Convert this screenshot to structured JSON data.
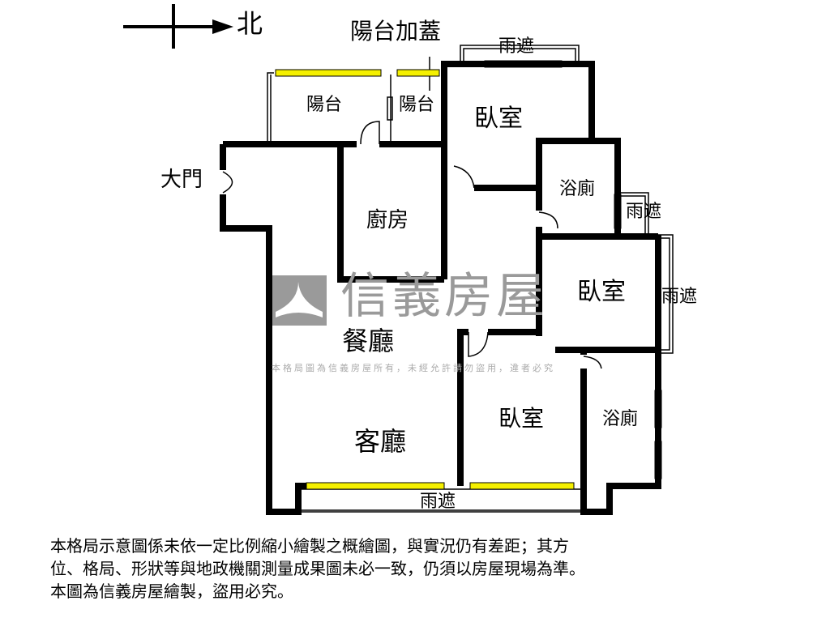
{
  "compass": {
    "north_label": "北"
  },
  "rooms": {
    "balcony_addition": "陽台加蓋",
    "rain_cover_top": "雨遮",
    "balcony_1": "陽台",
    "balcony_2": "陽台",
    "bedroom_top": "臥室",
    "main_door": "大門",
    "kitchen": "廚房",
    "bathroom_top": "浴廁",
    "rain_cover_right_1": "雨遮",
    "bedroom_right": "臥室",
    "rain_cover_right_2": "雨遮",
    "dining": "餐廳",
    "living": "客廳",
    "bedroom_bottom": "臥室",
    "bathroom_bottom": "浴廁",
    "rain_cover_bottom": "雨遮"
  },
  "watermark": {
    "brand": "信義房屋",
    "notice": "本格局圖為信義房屋所有，未經允許請勿盜用，違者必究"
  },
  "disclaimer": [
    "本格局示意圖係未依一定比例縮小繪製之概繪圖，與實況仍有差距；其方",
    "位、格局、形狀等與地政機關測量成果圖未必一致，仍須以房屋現場為準。",
    "本圖為信義房屋繪製，盜用必究。"
  ],
  "colors": {
    "window": "#f5f000",
    "wall": "#000000",
    "watermark": "#9a9a9a"
  }
}
